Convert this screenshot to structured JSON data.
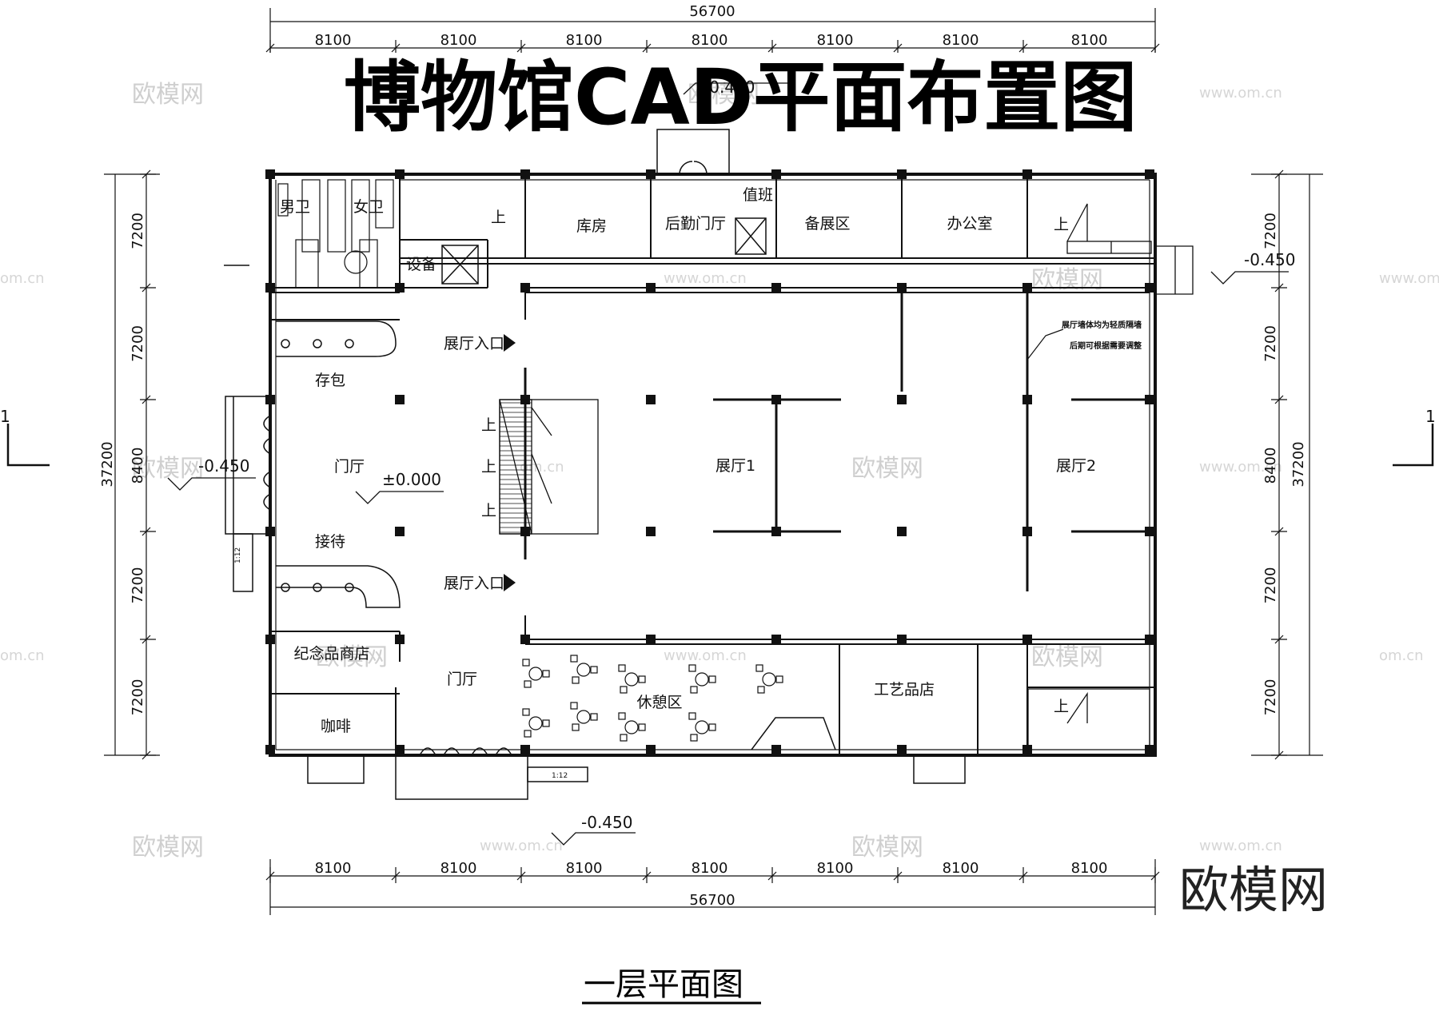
{
  "title": "博物馆CAD平面布置图",
  "plan_title": "一层平面图",
  "brand": "欧模网",
  "watermark": {
    "text": "欧模网",
    "url": "www.om.cn",
    "url_short": "om.cn"
  },
  "dimensions": {
    "top_total": "56700",
    "bottom_total": "56700",
    "top_bays": [
      "8100",
      "8100",
      "8100",
      "8100",
      "8100",
      "8100",
      "8100"
    ],
    "bottom_bays": [
      "8100",
      "8100",
      "8100",
      "8100",
      "8100",
      "8100",
      "8100"
    ],
    "left_total": "37200",
    "right_total": "37200",
    "left_bays": [
      "7200",
      "7200",
      "8400",
      "7200",
      "7200"
    ],
    "right_bays": [
      "7200",
      "7200",
      "8400",
      "7200",
      "7200"
    ]
  },
  "levels": {
    "top": "-0.450",
    "right": "-0.450",
    "left": "-0.450",
    "bottom": "-0.450",
    "hall": "±0.000"
  },
  "section_mark": "1",
  "ramp_label": "1:12",
  "stair_up": "上",
  "entrance_label": "展厅入口",
  "rooms": {
    "men_wc": "男卫",
    "women_wc": "女卫",
    "equipment": "设备",
    "storage": "库房",
    "logistics_hall": "后勤门厅",
    "duty": "值班",
    "prep_area": "备展区",
    "office": "办公室",
    "bag_check": "存包",
    "lobby": "门厅",
    "reception": "接待",
    "souvenir_shop": "纪念品商店",
    "cafe": "咖啡",
    "lobby_lower": "门厅",
    "rest_area": "休憩区",
    "hall_1": "展厅1",
    "hall_2": "展厅2",
    "craft_shop": "工艺品店"
  },
  "note_lines": [
    "展厅墙体均为轻质隔墙",
    "后期可根据需要调整"
  ]
}
